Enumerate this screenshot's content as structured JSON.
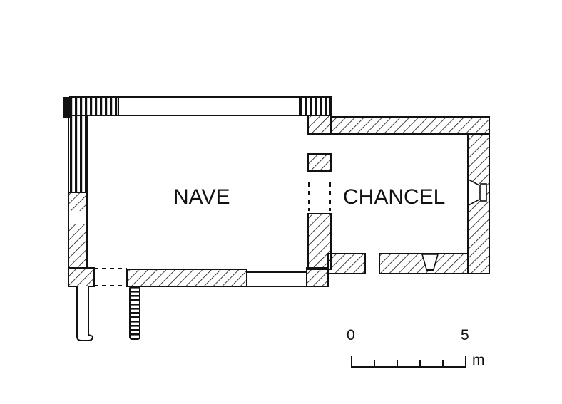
{
  "rooms": {
    "nave": "NAVE",
    "chancel": "CHANCEL"
  },
  "scale_bar": {
    "start": "0",
    "end": "5",
    "unit": "m"
  },
  "colors": {
    "ink": "#111111",
    "paper": "#ffffff"
  }
}
